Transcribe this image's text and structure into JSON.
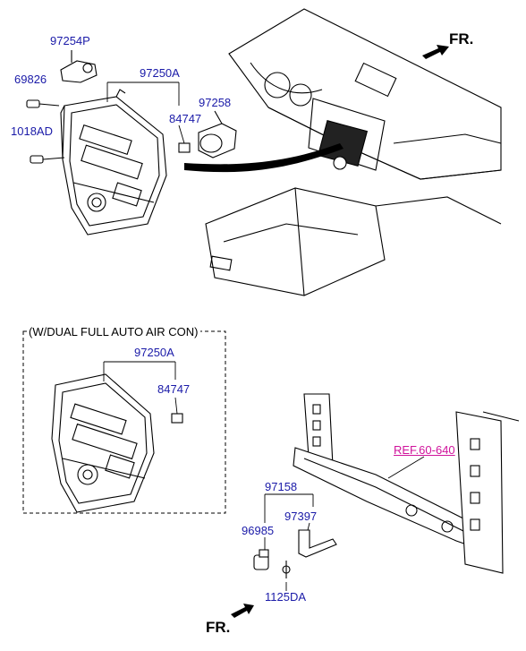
{
  "labels": {
    "p97254P": "97254P",
    "p69826": "69826",
    "p1018AD": "1018AD",
    "p97250A_top": "97250A",
    "p97258": "97258",
    "p84747_top": "84747",
    "p97250A_box": "97250A",
    "p84747_box": "84747",
    "p97158": "97158",
    "p97397": "97397",
    "p96985": "96985",
    "p1125DA": "1125DA",
    "ref": "REF.60-640"
  },
  "fr_top": "FR.",
  "fr_bottom": "FR.",
  "variant_box_title": "(W/DUAL FULL AUTO AIR CON)",
  "colors": {
    "part_number": "#1a1aa8",
    "reference": "#d0149c",
    "line": "#000000"
  }
}
